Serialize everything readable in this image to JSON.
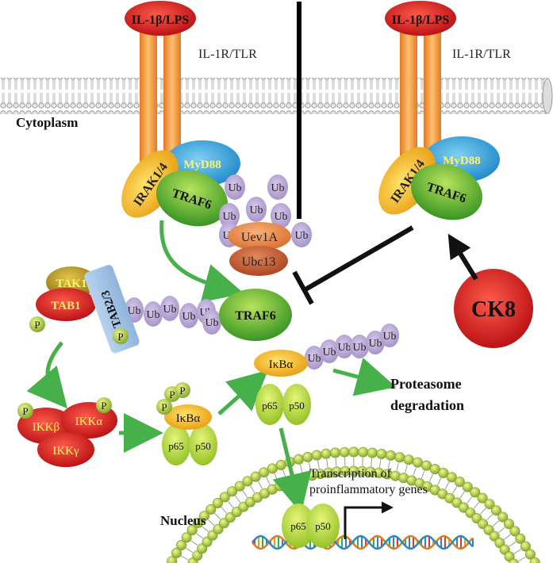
{
  "labels": {
    "ligand_left": "IL-1β/LPS",
    "ligand_right": "IL-1β/LPS",
    "receptor_left": "IL-1R/TLR",
    "receptor_right": "IL-1R/TLR",
    "cytoplasm": "Cytoplasm",
    "nucleus": "Nucleus",
    "irak_left": "IRAK1/4",
    "irak_right": "IRAK1/4",
    "myd88_left": "MyD88",
    "myd88_right": "MyD88",
    "traf6_left": "TRAF6",
    "traf6_right": "TRAF6",
    "traf6_center": "TRAF6",
    "ub": "Ub",
    "uev1a": "Uev1A",
    "ubc13": "Ubc13",
    "tak1": "TAK1",
    "tab1": "TAB1",
    "tab23": "TAB2/3",
    "p": "P",
    "ikkb": "IKKβ",
    "ikka": "IKKα",
    "ikkg": "IKKγ",
    "ikba": "IκBα",
    "p65": "p65",
    "p50": "p50",
    "ck8": "CK8",
    "proteasome_1": "Proteasome",
    "proteasome_2": "degradation",
    "transcription_1": "Transcription of",
    "transcription_2": "proinflammatory genes"
  },
  "colors": {
    "ligand": "#e8141c",
    "receptor": "#f29a3c",
    "irak": "#f2b21a",
    "myd88": "#3aa6dc",
    "traf6": "#5cb82c",
    "ub": "#b7a4d4",
    "uev1a": "#e58b52",
    "ubc13": "#c05a30",
    "tak1": "#b59a22",
    "tab1": "#c02026",
    "tab23": "#9ec0e2",
    "ikk": "#c81f26",
    "p65": "#a5cc3a",
    "ck8": "#e8181f",
    "arrow_green": "#46b04a",
    "arrow_dark": "#111111"
  }
}
